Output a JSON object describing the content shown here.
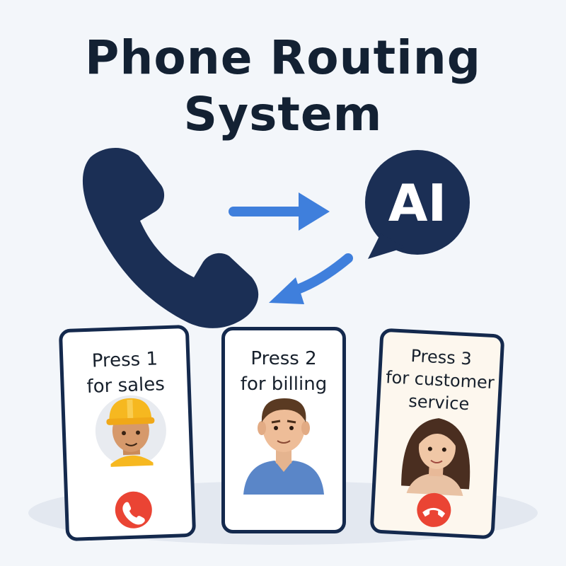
{
  "title": {
    "line1": "Phone Routing",
    "line2": "System"
  },
  "ai_bubble": {
    "label": "AI"
  },
  "colors": {
    "navy": "#1b2f55",
    "arrow_blue": "#3f7fdc",
    "red_call": "#ea4434",
    "helmet": "#f6b820"
  },
  "options": [
    {
      "line1": "Press 1",
      "line2": "for sales",
      "line3": "",
      "avatar": "worker-avatar-icon"
    },
    {
      "line1": "Press 2",
      "line2": "for billing",
      "line3": "",
      "avatar": "man-avatar-icon"
    },
    {
      "line1": "Press 3",
      "line2": "for customer",
      "line3": "service",
      "avatar": "woman-avatar-icon"
    }
  ]
}
